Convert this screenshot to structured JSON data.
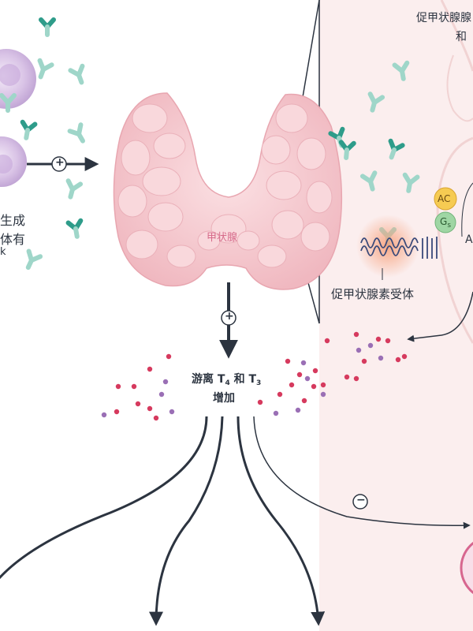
{
  "labels": {
    "gland": "甲状腺",
    "receptor": "促甲状腺素受体",
    "tr_line1": "促甲状腺腺",
    "tr_line2": "和",
    "left_line1": "生成",
    "left_line2": "体有",
    "left_line3": "k",
    "hormone_line1_a": "游离 T",
    "hormone_sub4": "4",
    "hormone_line1_b": " 和 T",
    "hormone_sub3": "3",
    "hormone_line2": "增加",
    "ac": "AC",
    "gs": "G",
    "gs_sub": "s",
    "partial_a": "A",
    "sign_plus_1": "+",
    "sign_plus_2": "+",
    "sign_minus": "−"
  },
  "colors": {
    "right_panel": "#fbeeee",
    "gland": "#f5c6cc",
    "gland_lobule": "#f9d8dc",
    "antibody": "#2e9c8a",
    "antibody_light": "#9fd6c9",
    "hormone_t4": "#d63a5e",
    "hormone_t3": "#9a6fb5",
    "arrow": "#2c3440",
    "ac_circle": "#f6cb52",
    "gs_circle": "#9fd6a4",
    "cell": "#dcc8e6"
  }
}
